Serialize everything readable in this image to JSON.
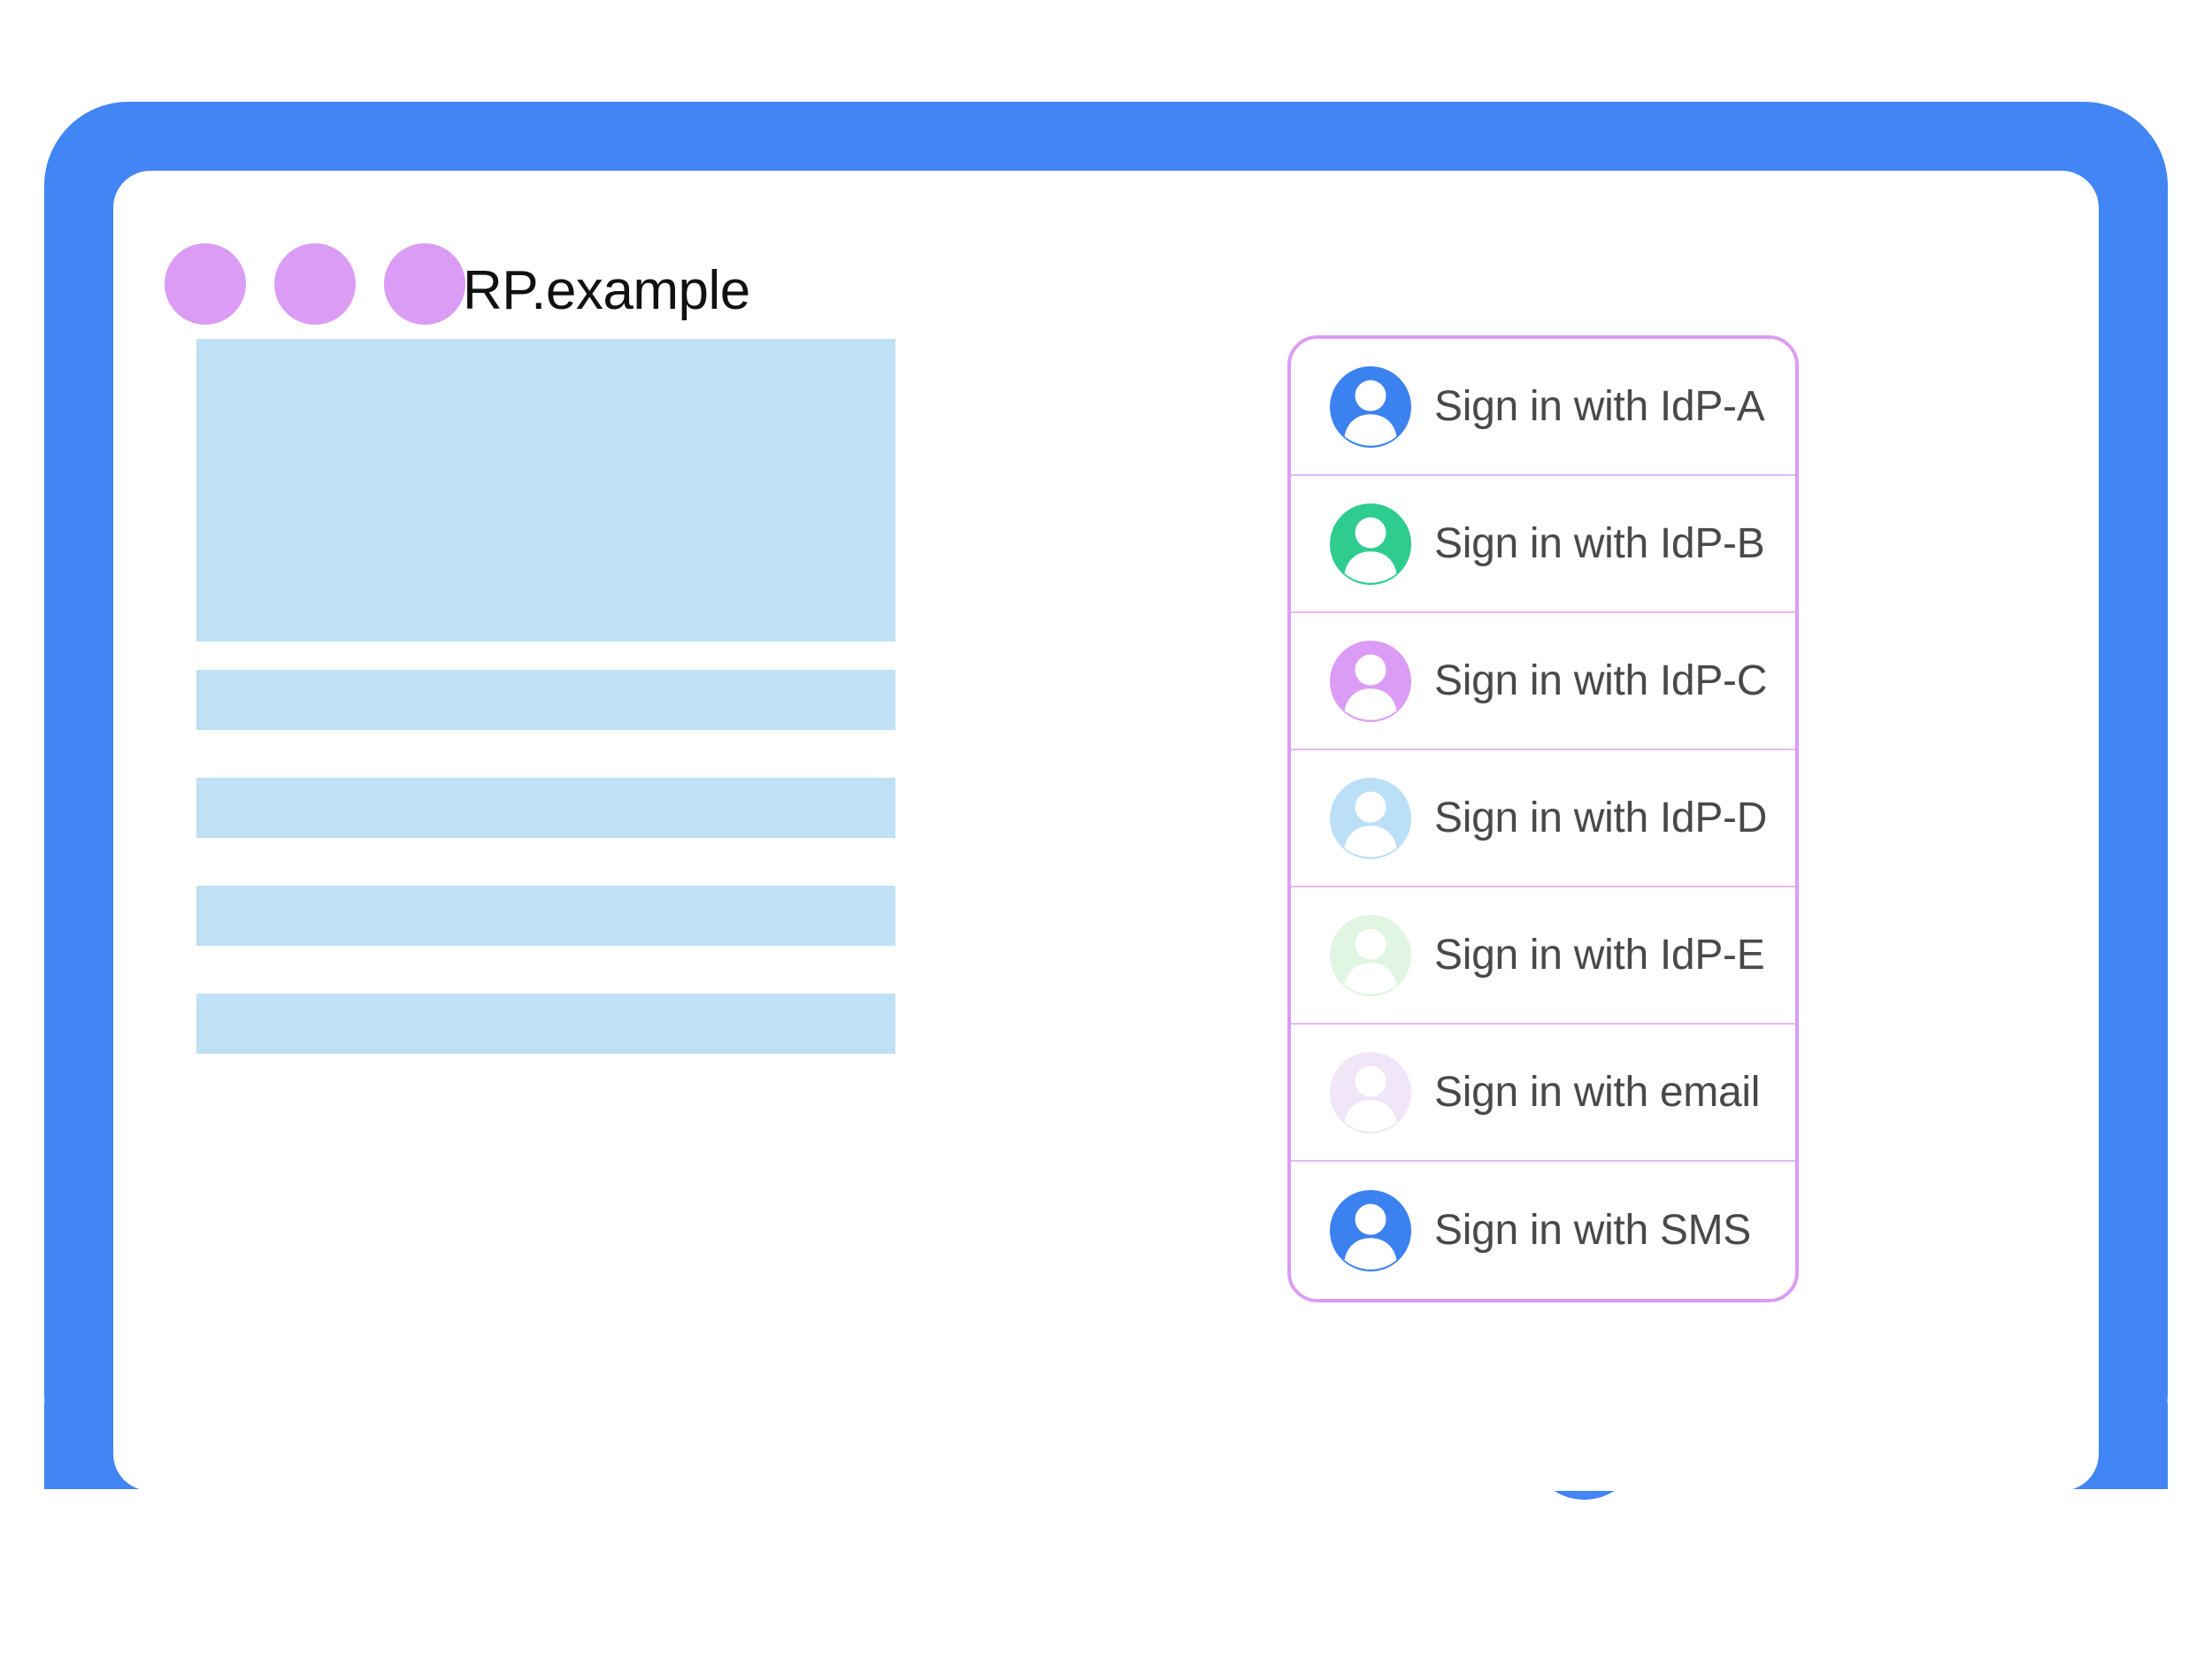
{
  "theme": {
    "device_frame_color": "#4285F4",
    "window_dot_color": "#DB9CF5",
    "placeholder_block_color": "#BFE1F6",
    "panel_border_color": "#DB9CF5",
    "panel_divider_color": "#E7B9F3",
    "label_text_color": "#49494B",
    "title_text_color": "#111111"
  },
  "window": {
    "title": "RP.example",
    "dots": [
      "window-dot-1",
      "window-dot-2",
      "window-dot-3"
    ]
  },
  "content": {
    "placeholders": [
      {
        "name": "hero-placeholder",
        "kind": "hero"
      },
      {
        "name": "text-placeholder-1",
        "kind": "bar"
      },
      {
        "name": "text-placeholder-2",
        "kind": "bar"
      },
      {
        "name": "text-placeholder-3",
        "kind": "bar"
      },
      {
        "name": "text-placeholder-4",
        "kind": "bar"
      }
    ]
  },
  "account_chooser": {
    "options": [
      {
        "label": "Sign in with IdP-A",
        "icon": "avatar-icon",
        "avatar_color": "#3B82F0"
      },
      {
        "label": "Sign in with IdP-B",
        "icon": "avatar-icon",
        "avatar_color": "#2ECC8F"
      },
      {
        "label": "Sign in with IdP-C",
        "icon": "avatar-icon",
        "avatar_color": "#DB9CF5"
      },
      {
        "label": "Sign in with IdP-D",
        "icon": "avatar-icon",
        "avatar_color": "#BBDFF6"
      },
      {
        "label": "Sign in with IdP-E",
        "icon": "avatar-icon",
        "avatar_color": "#E0F6E2"
      },
      {
        "label": "Sign in with email",
        "icon": "avatar-icon",
        "avatar_color": "#F0E6F8"
      },
      {
        "label": "Sign in with SMS",
        "icon": "avatar-icon",
        "avatar_color": "#3B82F0"
      }
    ]
  }
}
